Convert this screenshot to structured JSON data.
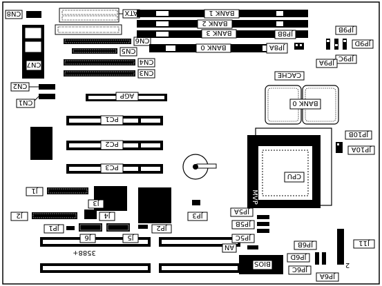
{
  "title": "",
  "labels": {
    "atx": "ATX",
    "bank1": "BANK 1",
    "bank2": "BANK 2",
    "bank3": "BANK 3",
    "bank0_dimm": "BANK 0",
    "cache": "CACHE",
    "bank0_cache": "BANK 0",
    "agp": "AGP",
    "pc1": "PC1",
    "pc2": "PC2",
    "pc3": "PC3",
    "cpu": "CPU",
    "mvp": "MVP",
    "bios": "BIOS",
    "part_number": "3588+",
    "cn1": "CN1",
    "cn2": "CN2",
    "cn3": "CN3",
    "cn4": "CN4",
    "cn5": "CN5",
    "cn6": "CN6",
    "cn7": "CN7",
    "cn8": "CN8",
    "j1": "J1",
    "j2": "J2",
    "j3": "J3",
    "j4": "J4",
    "j5": "J5",
    "j6": "J6",
    "j11": "J11",
    "jp1": "JP1",
    "jp2": "JP2",
    "jp3": "JP3",
    "jp5a": "JP5A",
    "jp5b": "JP5B",
    "jp5c": "JP5C",
    "jp6a": "JP6A",
    "jp6b": "JP6B",
    "jp6c": "JP6C",
    "jp6d": "JP6D",
    "jp8a": "JP8A",
    "jp8b": "JP8B",
    "jp9a": "JP9A",
    "jp9b": "JP9B",
    "jp9c": "JP9C",
    "jp9d": "JP9D",
    "jp10a": "JP10A",
    "jp10b": "JP10B",
    "an": "AN",
    "pin_one": "2"
  }
}
